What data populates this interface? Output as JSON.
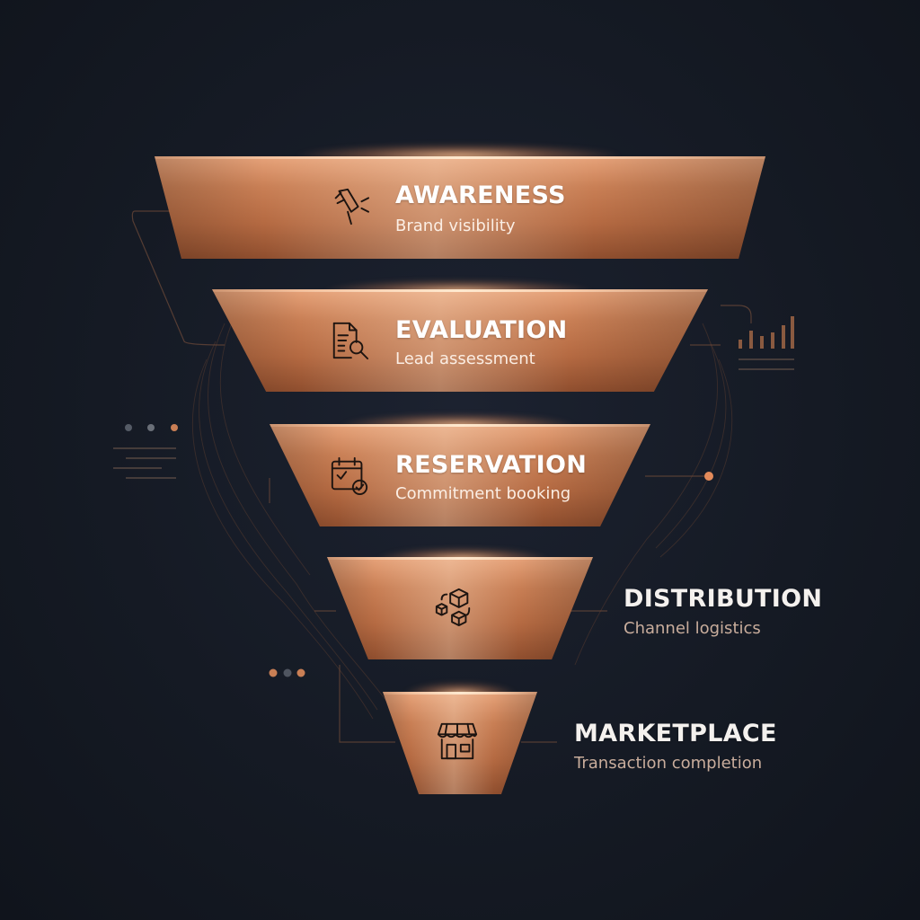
{
  "stages": [
    {
      "title": "AWARENESS",
      "subtitle": "Brand visibility",
      "icon": "megaphone-icon"
    },
    {
      "title": "EVALUATION",
      "subtitle": "Lead assessment",
      "icon": "document-search-icon"
    },
    {
      "title": "RESERVATION",
      "subtitle": "Commitment booking",
      "icon": "calendar-check-icon"
    },
    {
      "title": "DISTRIBUTION",
      "subtitle": "Channel logistics",
      "icon": "boxes-flow-icon"
    },
    {
      "title": "MARKETPLACE",
      "subtitle": "Transaction completion",
      "icon": "storefront-icon"
    }
  ],
  "colors": {
    "background": "#151a24",
    "copper": "#c97f55",
    "copper_light": "#e7a37a",
    "copper_dark": "#8f4e2e",
    "title_text": "#ffffff",
    "subtitle_outside": "#c9ad9c"
  }
}
